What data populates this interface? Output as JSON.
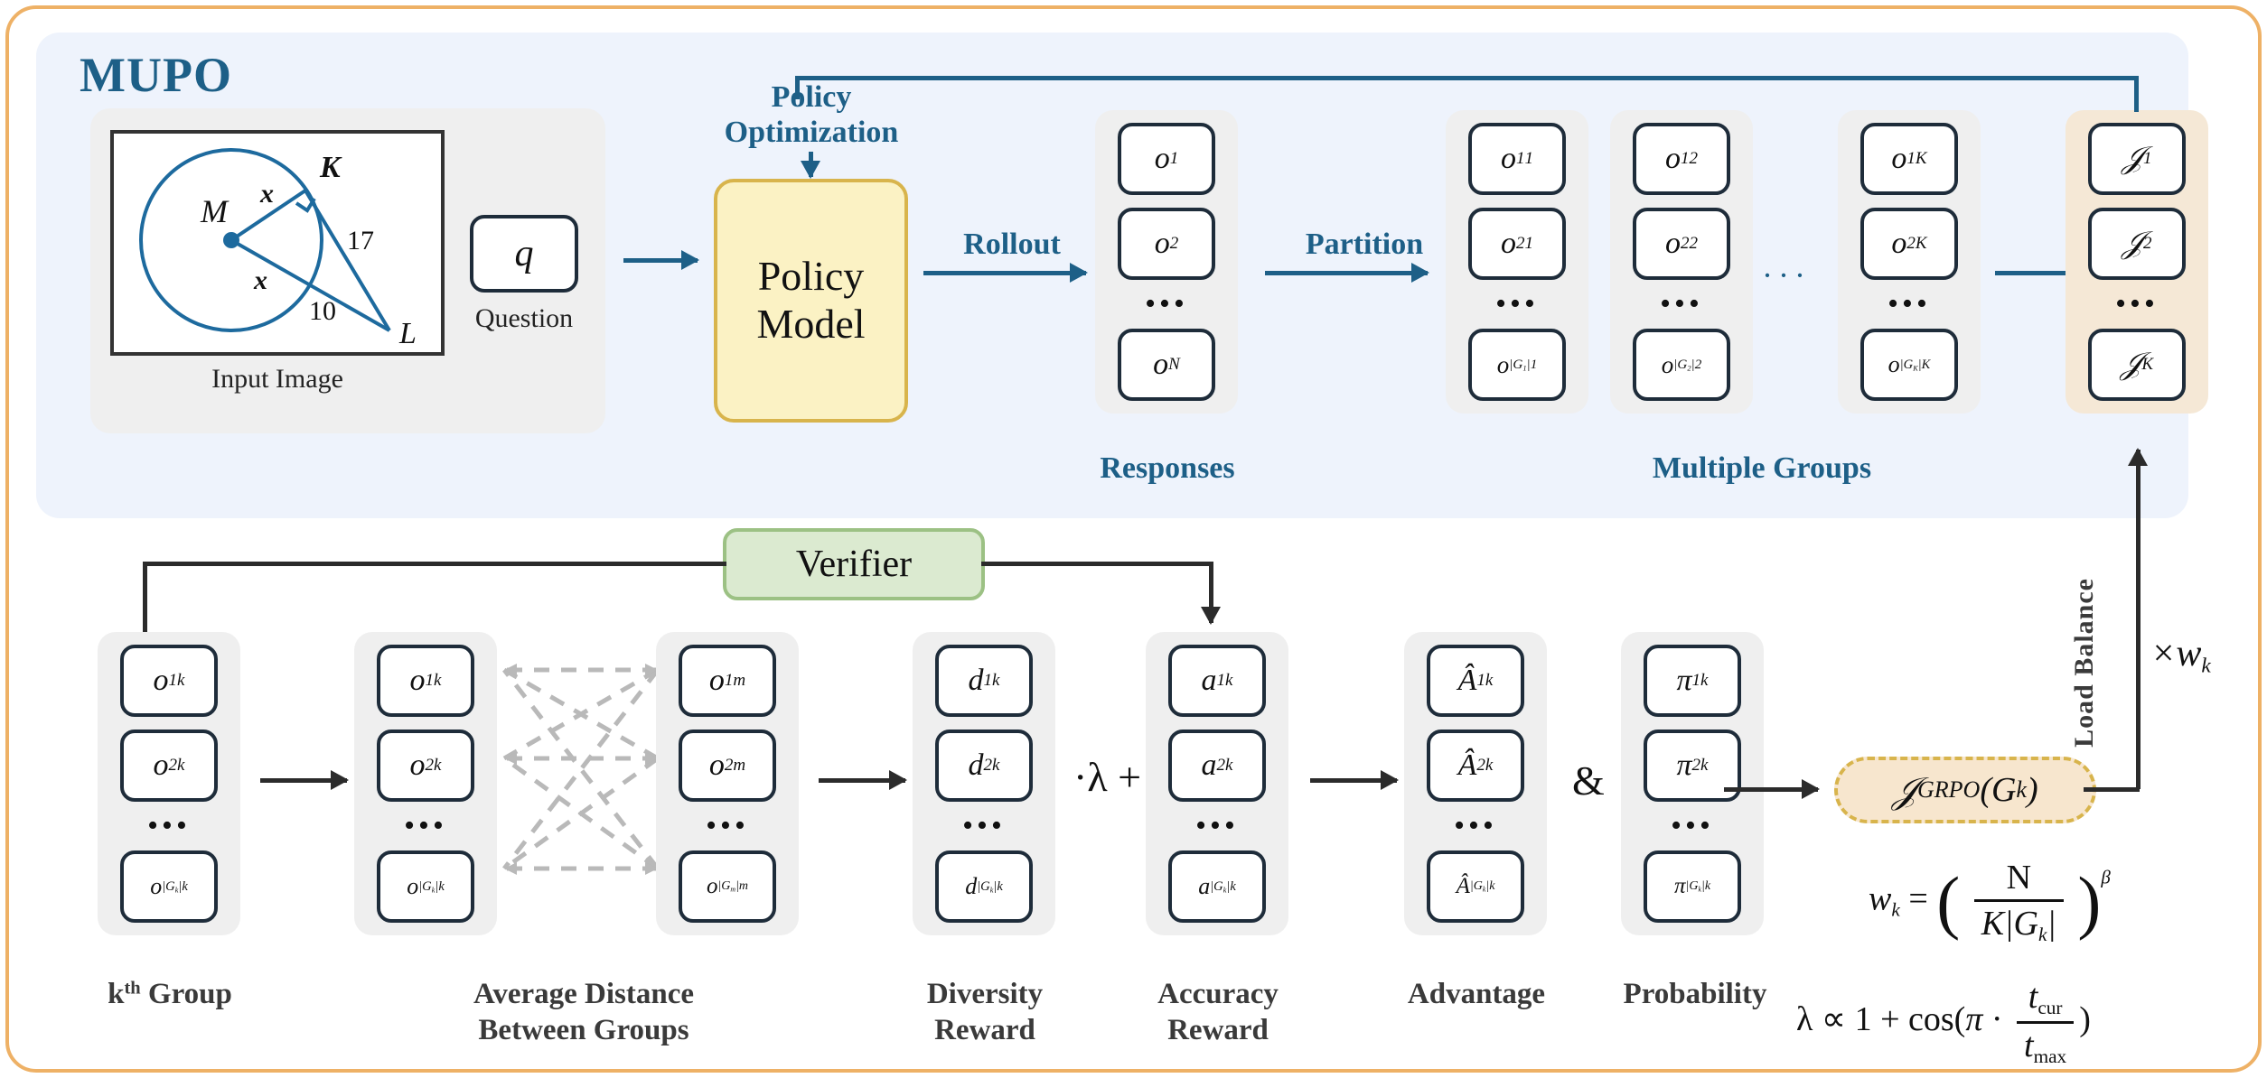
{
  "frame": {
    "accent_color": "#eeb166"
  },
  "upper": {
    "title": "MUPO",
    "panel_color": "#eef3fc",
    "input": {
      "caption": "Input Image",
      "geometry": {
        "center_label": "M",
        "tangent_point_label": "K",
        "external_point_label": "L",
        "radius_label_1": "x",
        "radius_label_2": "x",
        "tangent_length": "17",
        "secant_length": "10"
      }
    },
    "question": {
      "symbol": "q",
      "caption": "Question"
    },
    "policy_optimization_label": "Policy\nOptimization",
    "policy_model": {
      "line1": "Policy",
      "line2": "Model"
    },
    "rollout_label": "Rollout",
    "partition_label": "Partition",
    "responses": {
      "caption": "Responses",
      "cells": [
        "o₁",
        "o₂",
        "…",
        "o_N"
      ]
    },
    "groups": {
      "caption": "Multiple Groups",
      "ellipsis": "···",
      "columns": [
        {
          "cells": [
            "o₁¹",
            "o₂¹",
            "…",
            "o¹_{|G₁|}"
          ]
        },
        {
          "cells": [
            "o₁²",
            "o₂²",
            "…",
            "o²_{|G₂|}"
          ]
        },
        {
          "cells": [
            "o₁ᴷ",
            "o₂ᴷ",
            "…",
            "oᴷ_{|G_K|}"
          ]
        }
      ]
    },
    "objectives": {
      "cells": [
        "J₁",
        "J₂",
        "…",
        "J_K"
      ]
    }
  },
  "lower": {
    "verifier_label": "Verifier",
    "kth_group": {
      "caption": "kᵗʰ Group",
      "cells": [
        "o₁ᵏ",
        "o₂ᵏ",
        "…",
        "oᵏ_{|G_k|}"
      ]
    },
    "avg_distance": {
      "caption_line1": "Average Distance",
      "caption_line2": "Between Groups",
      "left_cells": [
        "o₁ᵏ",
        "o₂ᵏ",
        "…",
        "oᵏ_{|G_k|}"
      ],
      "right_cells": [
        "o₁ᵐ",
        "o₂ᵐ",
        "…",
        "oᵐ_{|G_m|}"
      ]
    },
    "diversity": {
      "caption_line1": "Diversity",
      "caption_line2": "Reward",
      "cells": [
        "d₁ᵏ",
        "d₂ᵏ",
        "…",
        "dᵏ_{|G_k|}"
      ]
    },
    "lambda_op": "·λ +",
    "accuracy": {
      "caption_line1": "Accuracy",
      "caption_line2": "Reward",
      "cells": [
        "a₁ᵏ",
        "a₂ᵏ",
        "…",
        "aᵏ_{|G_k|}"
      ]
    },
    "advantage": {
      "caption": "Advantage",
      "cells": [
        "Â₁ᵏ",
        "Â₂ᵏ",
        "…",
        "Âᵏ_{|G_k|}"
      ]
    },
    "and_op": "&",
    "probability": {
      "caption": "Probability",
      "cells": [
        "π₁ᵏ",
        "π₂ᵏ",
        "…",
        "πᵏ_{|G_k|}"
      ]
    },
    "grpo_pill": "J_GRPO(G_k)",
    "load_balance_label": "Load Balance",
    "weight_multiplier": "×w_k",
    "formula_wk": {
      "lhs": "w_k =",
      "numerator": "N",
      "denominator": "K|G_k|",
      "exponent": "β"
    },
    "formula_lambda": {
      "lhs": "λ ∝ 1 + cos(π ·",
      "numerator": "t_cur",
      "denominator": "t_max",
      "close": ")"
    }
  },
  "colors": {
    "blue": "#1d5f87",
    "dark": "#1e2c3a",
    "tan": "#f5e8d6",
    "yellow": "#fbf2c4",
    "green": "#dbead0",
    "grey": "#efefef"
  }
}
